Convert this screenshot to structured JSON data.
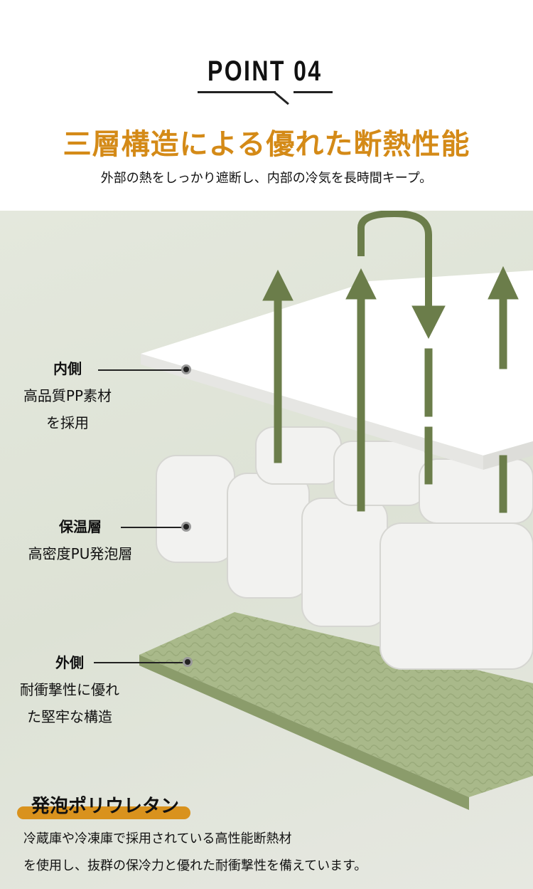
{
  "header": {
    "point_label": "POINT 04",
    "title": "三層構造による優れた断熱性能",
    "subtitle": "外部の熱をしっかり遮断し、内部の冷気を長時間キープ。"
  },
  "layers": [
    {
      "tag": "内側",
      "desc": [
        "高品質PP素材",
        "を採用"
      ]
    },
    {
      "tag": "保温層",
      "desc": [
        "高密度PU発泡層"
      ]
    },
    {
      "tag": "外側",
      "desc": [
        "耐衝撃性に優れ",
        "た堅牢な構造"
      ]
    }
  ],
  "footer": {
    "heading": "発泡ポリウレタン",
    "lines": [
      "冷蔵庫や冷凍庫で採用されている高性能断熱材",
      "を使用し、抜群の保冷力と優れた耐衝撃性を備えています。"
    ]
  },
  "colors": {
    "accent": "#d9921d",
    "arrow": "#6b7d4a",
    "sheet": "#a9b98a"
  }
}
